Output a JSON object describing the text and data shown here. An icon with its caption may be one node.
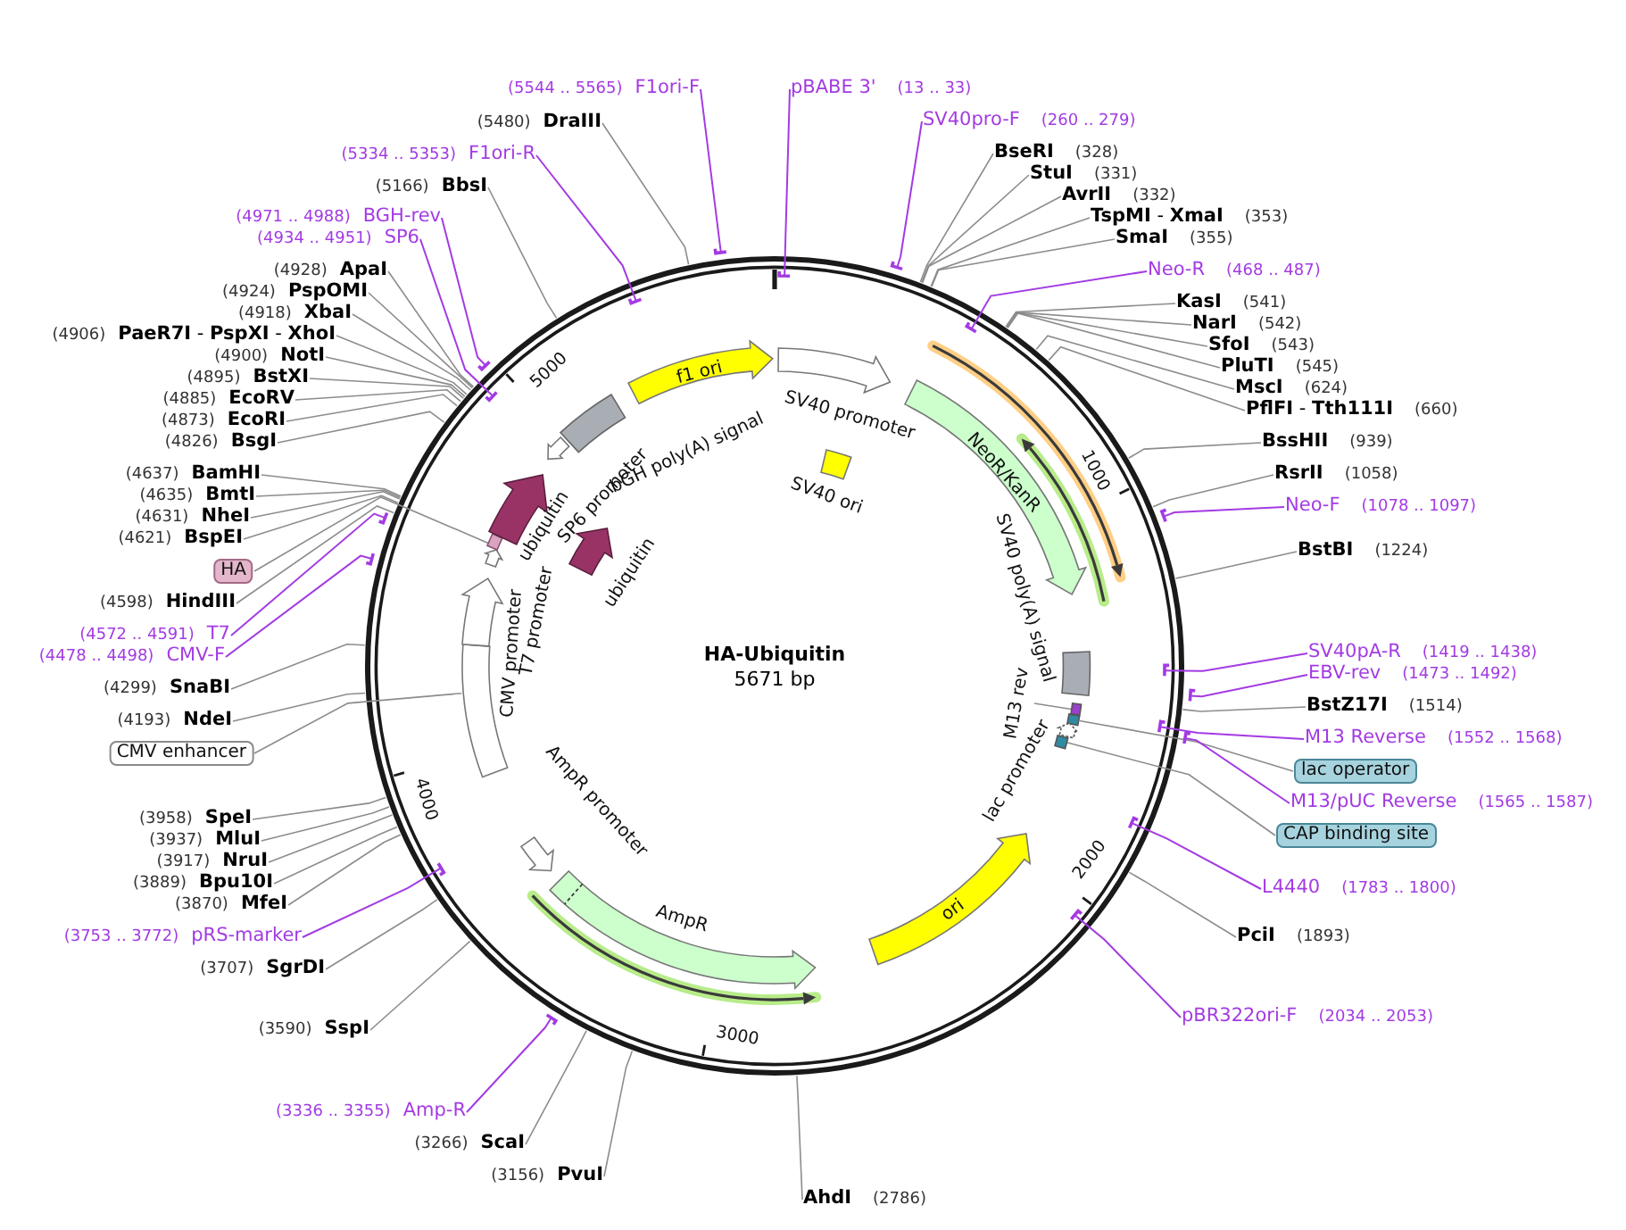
{
  "diagram": {
    "title": "HA-Ubiquitin",
    "nodes": [
      {
        "text": [
          "pBABE 3'",
          "(13 .. 33)"
        ]
      },
      {
        "text": [
          "SV40pro-F",
          "(260 .. 279)"
        ]
      },
      {
        "text": [
          "BseRI",
          "(328)"
        ]
      },
      {
        "text": [
          "StuI",
          "(331)"
        ]
      },
      {
        "text": [
          "AvrII",
          "(332)"
        ]
      },
      {
        "text": [
          "**TspMI** - **XmaI**",
          "(353)"
        ]
      },
      {
        "text": [
          "SmaI",
          "(355)"
        ]
      },
      {
        "text": [
          "Neo-R",
          "(468 .. 487)"
        ]
      },
      {
        "text": [
          "KasI",
          "(541)"
        ]
      },
      {
        "text": [
          "NarI",
          "(542)"
        ]
      },
      {
        "text": [
          "SfoI",
          "(543)"
        ]
      },
      {
        "text": [
          "PluTI",
          "(545)"
        ]
      },
      {
        "text": [
          "MscI",
          "(624)"
        ]
      },
      {
        "text": [
          "**PflFI** - **Tth111I**",
          "(660)"
        ]
      },
      {
        "text": [
          "BssHII",
          "(939)"
        ]
      },
      {
        "text": [
          "RsrII",
          "(1058)"
        ]
      },
      {
        "text": [
          "Neo-F",
          "(1078 .. 1097)"
        ]
      },
      {
        "text": [
          "BstBI",
          "(1224)"
        ]
      },
      {
        "text": [
          "SV40pA-R",
          "(1419 .. 1438)"
        ]
      },
      {
        "text": [
          "EBV-rev",
          "(1473 .. 1492)"
        ]
      },
      {
        "text": [
          "BstZ17I",
          "(1514)"
        ]
      },
      {
        "text": [
          "M13 Reverse",
          "(1552 .. 1568)"
        ]
      },
      {
        "text": [
          "lac operator"
        ]
      },
      {
        "text": [
          "M13/pUC Reverse",
          "(1565 .. 1587)"
        ]
      },
      {
        "text": [
          "CAP binding site"
        ]
      },
      {
        "text": [
          "L4440",
          "(1783 .. 1800)"
        ]
      },
      {
        "text": [
          "PciI",
          "(1893)"
        ]
      },
      {
        "text": [
          "pBR322ori-F",
          "(2034 .. 2053)"
        ]
      },
      {
        "text": [
          "AhdI",
          "(2786)"
        ]
      },
      {
        "text": [
          "(3156)",
          "PvuI"
        ]
      },
      {
        "text": [
          "(3266)",
          "ScaI"
        ]
      },
      {
        "text": [
          "(3336 .. 3355)",
          "Amp-R"
        ]
      },
      {
        "text": [
          "(3590)",
          "SspI"
        ]
      },
      {
        "text": [
          "(3707)",
          "SgrDI"
        ]
      },
      {
        "text": [
          "(3753 .. 3772)",
          "pRS-marker"
        ]
      },
      {
        "text": [
          "(3870)",
          "MfeI"
        ]
      },
      {
        "text": [
          "(3889)",
          "Bpu10I"
        ]
      },
      {
        "text": [
          "(3917)",
          "NruI"
        ]
      },
      {
        "text": [
          "(3937)",
          "MluI"
        ]
      },
      {
        "text": [
          "(3958)",
          "SpeI"
        ]
      },
      {
        "text": [
          "CMV enhancer"
        ]
      },
      {
        "text": [
          "(4193)",
          "NdeI"
        ]
      },
      {
        "text": [
          "(4299)",
          "SnaBI"
        ]
      },
      {
        "text": [
          "(4478 .. 4498)",
          "CMV-F"
        ]
      },
      {
        "text": [
          "(4572 .. 4591)",
          "T7"
        ]
      },
      {
        "text": [
          "(4598)",
          "HindIII"
        ]
      },
      {
        "text": [
          "HA"
        ]
      },
      {
        "text": [
          "(4621)",
          "BspEI"
        ]
      },
      {
        "text": [
          "(4631)",
          "NheI"
        ]
      },
      {
        "text": [
          "(4635)",
          "BmtI"
        ]
      },
      {
        "text": [
          "(4637)",
          "BamHI"
        ]
      },
      {
        "text": [
          "(4826)",
          "BsgI"
        ]
      },
      {
        "text": [
          "(4873)",
          "EcoRI"
        ]
      },
      {
        "text": [
          "(4885)",
          "EcoRV"
        ]
      },
      {
        "text": [
          "(4895)",
          "BstXI"
        ]
      },
      {
        "text": [
          "(4900)",
          "NotI"
        ]
      },
      {
        "text": [
          "(4906)",
          "**PaeR7I** - **PspXI** - **XhoI**"
        ]
      },
      {
        "text": [
          "(4918)",
          "XbaI"
        ]
      },
      {
        "text": [
          "(4924)",
          "PspOMI"
        ]
      },
      {
        "text": [
          "(4928)",
          "ApaI"
        ]
      },
      {
        "text": [
          "(4934 .. 4951)",
          "SP6"
        ]
      },
      {
        "text": [
          "(4971 .. 4988)",
          "BGH-rev"
        ]
      },
      {
        "text": [
          "(5166)",
          "BbsI"
        ]
      },
      {
        "text": [
          "(5334 .. 5353)",
          "F1ori-R"
        ]
      },
      {
        "text": [
          "(5480)",
          "DraIII"
        ]
      },
      {
        "text": [
          "(5544 .. 5565)",
          "F1ori-F"
        ]
      },
      {
        "text": [
          "SV40 promoter"
        ]
      },
      {
        "text": [
          "SV40 ori"
        ]
      },
      {
        "text": [
          "NeoR/KanR"
        ]
      },
      {
        "text": [
          "SV40 poly(A) signal"
        ]
      },
      {
        "text": [
          "M13 rev"
        ]
      },
      {
        "text": [],
        "shape": "box"
      },
      {
        "text": [],
        "shape": "box"
      },
      {
        "text": [
          "lac promoter"
        ]
      },
      {
        "text": [],
        "shape": "box"
      },
      {
        "text": [
          "ori"
        ]
      },
      {
        "text": [
          "AmpR"
        ]
      },
      {
        "text": [
          "AmpR promoter"
        ]
      },
      {
        "text": [],
        "shape": "box"
      },
      {
        "text": [
          "CMV promoter"
        ]
      },
      {
        "text": [
          "T7 promoter"
        ]
      },
      {
        "text": [],
        "shape": "box"
      },
      {
        "text": [
          "ubiquitin"
        ]
      },
      {
        "text": [
          "ubiquitin"
        ]
      },
      {
        "text": [
          "SP6 promoter"
        ]
      },
      {
        "text": [
          "bGH poly(A) signal"
        ]
      },
      {
        "text": [
          "f1 ori"
        ]
      }
    ],
    "edges": [
      {
        "from": 0,
        "to": null,
        "arrow": "other",
        "color": "#a33be3"
      },
      {
        "from": 1,
        "to": null,
        "arrow": "other",
        "color": "#a33be3"
      },
      {
        "from": 2,
        "to": null,
        "arrow": "none"
      },
      {
        "from": 3,
        "to": null,
        "arrow": "none"
      },
      {
        "from": 4,
        "to": null,
        "arrow": "none"
      },
      {
        "from": 5,
        "to": null,
        "arrow": "none"
      },
      {
        "from": 6,
        "to": null,
        "arrow": "none"
      },
      {
        "from": 7,
        "to": null,
        "arrow": "other",
        "color": "#a33be3"
      },
      {
        "from": 8,
        "to": null,
        "arrow": "none"
      },
      {
        "from": 9,
        "to": null,
        "arrow": "none"
      },
      {
        "from": 10,
        "to": null,
        "arrow": "none"
      },
      {
        "from": 11,
        "to": null,
        "arrow": "none"
      },
      {
        "from": 12,
        "to": null,
        "arrow": "none"
      },
      {
        "from": 13,
        "to": null,
        "arrow": "none"
      },
      {
        "from": 14,
        "to": null,
        "arrow": "none"
      },
      {
        "from": 15,
        "to": null,
        "arrow": "none"
      },
      {
        "from": 16,
        "to": null,
        "arrow": "other",
        "color": "#a33be3"
      },
      {
        "from": 17,
        "to": null,
        "arrow": "none"
      },
      {
        "from": 18,
        "to": null,
        "arrow": "other",
        "color": "#a33be3"
      },
      {
        "from": 19,
        "to": null,
        "arrow": "other",
        "color": "#a33be3"
      },
      {
        "from": 20,
        "to": null,
        "arrow": "none"
      },
      {
        "from": 21,
        "to": null,
        "arrow": "other",
        "color": "#a33be3"
      },
      {
        "from": 22,
        "to": 72,
        "arrow": "none"
      },
      {
        "from": 23,
        "to": null,
        "arrow": "other",
        "color": "#a33be3"
      },
      {
        "from": 24,
        "to": 74,
        "arrow": "none"
      },
      {
        "from": 25,
        "to": null,
        "arrow": "other",
        "color": "#a33be3"
      },
      {
        "from": 26,
        "to": null,
        "arrow": "none"
      },
      {
        "from": 27,
        "to": null,
        "arrow": "other",
        "color": "#a33be3"
      },
      {
        "from": 28,
        "to": null,
        "arrow": "none"
      },
      {
        "from": 29,
        "to": null,
        "arrow": "none"
      },
      {
        "from": 30,
        "to": null,
        "arrow": "none"
      },
      {
        "from": 31,
        "to": null,
        "arrow": "other",
        "color": "#a33be3"
      },
      {
        "from": 32,
        "to": null,
        "arrow": "none"
      },
      {
        "from": 33,
        "to": null,
        "arrow": "none"
      },
      {
        "from": 34,
        "to": null,
        "arrow": "other",
        "color": "#a33be3"
      },
      {
        "from": 35,
        "to": null,
        "arrow": "none"
      },
      {
        "from": 36,
        "to": null,
        "arrow": "none"
      },
      {
        "from": 37,
        "to": null,
        "arrow": "none"
      },
      {
        "from": 38,
        "to": null,
        "arrow": "none"
      },
      {
        "from": 39,
        "to": null,
        "arrow": "none"
      },
      {
        "from": 40,
        "to": 78,
        "arrow": "none"
      },
      {
        "from": 41,
        "to": null,
        "arrow": "none"
      },
      {
        "from": 42,
        "to": null,
        "arrow": "none"
      },
      {
        "from": 43,
        "to": null,
        "arrow": "other",
        "color": "#a33be3"
      },
      {
        "from": 44,
        "to": null,
        "arrow": "other",
        "color": "#a33be3"
      },
      {
        "from": 45,
        "to": null,
        "arrow": "none"
      },
      {
        "from": 46,
        "to": 81,
        "arrow": "none"
      },
      {
        "from": 47,
        "to": null,
        "arrow": "none"
      },
      {
        "from": 48,
        "to": null,
        "arrow": "none"
      },
      {
        "from": 49,
        "to": null,
        "arrow": "none"
      },
      {
        "from": 50,
        "to": null,
        "arrow": "none"
      },
      {
        "from": 51,
        "to": null,
        "arrow": "none"
      },
      {
        "from": 52,
        "to": null,
        "arrow": "none"
      },
      {
        "from": 53,
        "to": null,
        "arrow": "none"
      },
      {
        "from": 54,
        "to": null,
        "arrow": "none"
      },
      {
        "from": 55,
        "to": null,
        "arrow": "none"
      },
      {
        "from": 56,
        "to": null,
        "arrow": "none"
      },
      {
        "from": 57,
        "to": null,
        "arrow": "none"
      },
      {
        "from": 58,
        "to": null,
        "arrow": "none"
      },
      {
        "from": 59,
        "to": null,
        "arrow": "none"
      },
      {
        "from": 60,
        "to": null,
        "arrow": "other",
        "color": "#a33be3"
      },
      {
        "from": 61,
        "to": null,
        "arrow": "other",
        "color": "#a33be3"
      },
      {
        "from": 62,
        "to": null,
        "arrow": "none"
      },
      {
        "from": 63,
        "to": null,
        "arrow": "other",
        "color": "#a33be3"
      },
      {
        "from": 64,
        "to": null,
        "arrow": "none"
      },
      {
        "from": 65,
        "to": null,
        "arrow": "other",
        "color": "#a33be3"
      },
      {
        "from": 70,
        "to": 71,
        "arrow": "none"
      }
    ],
    "labels": [
      "5671 bp",
      "1000",
      "2000",
      "3000",
      "4000",
      "5000"
    ]
  }
}
